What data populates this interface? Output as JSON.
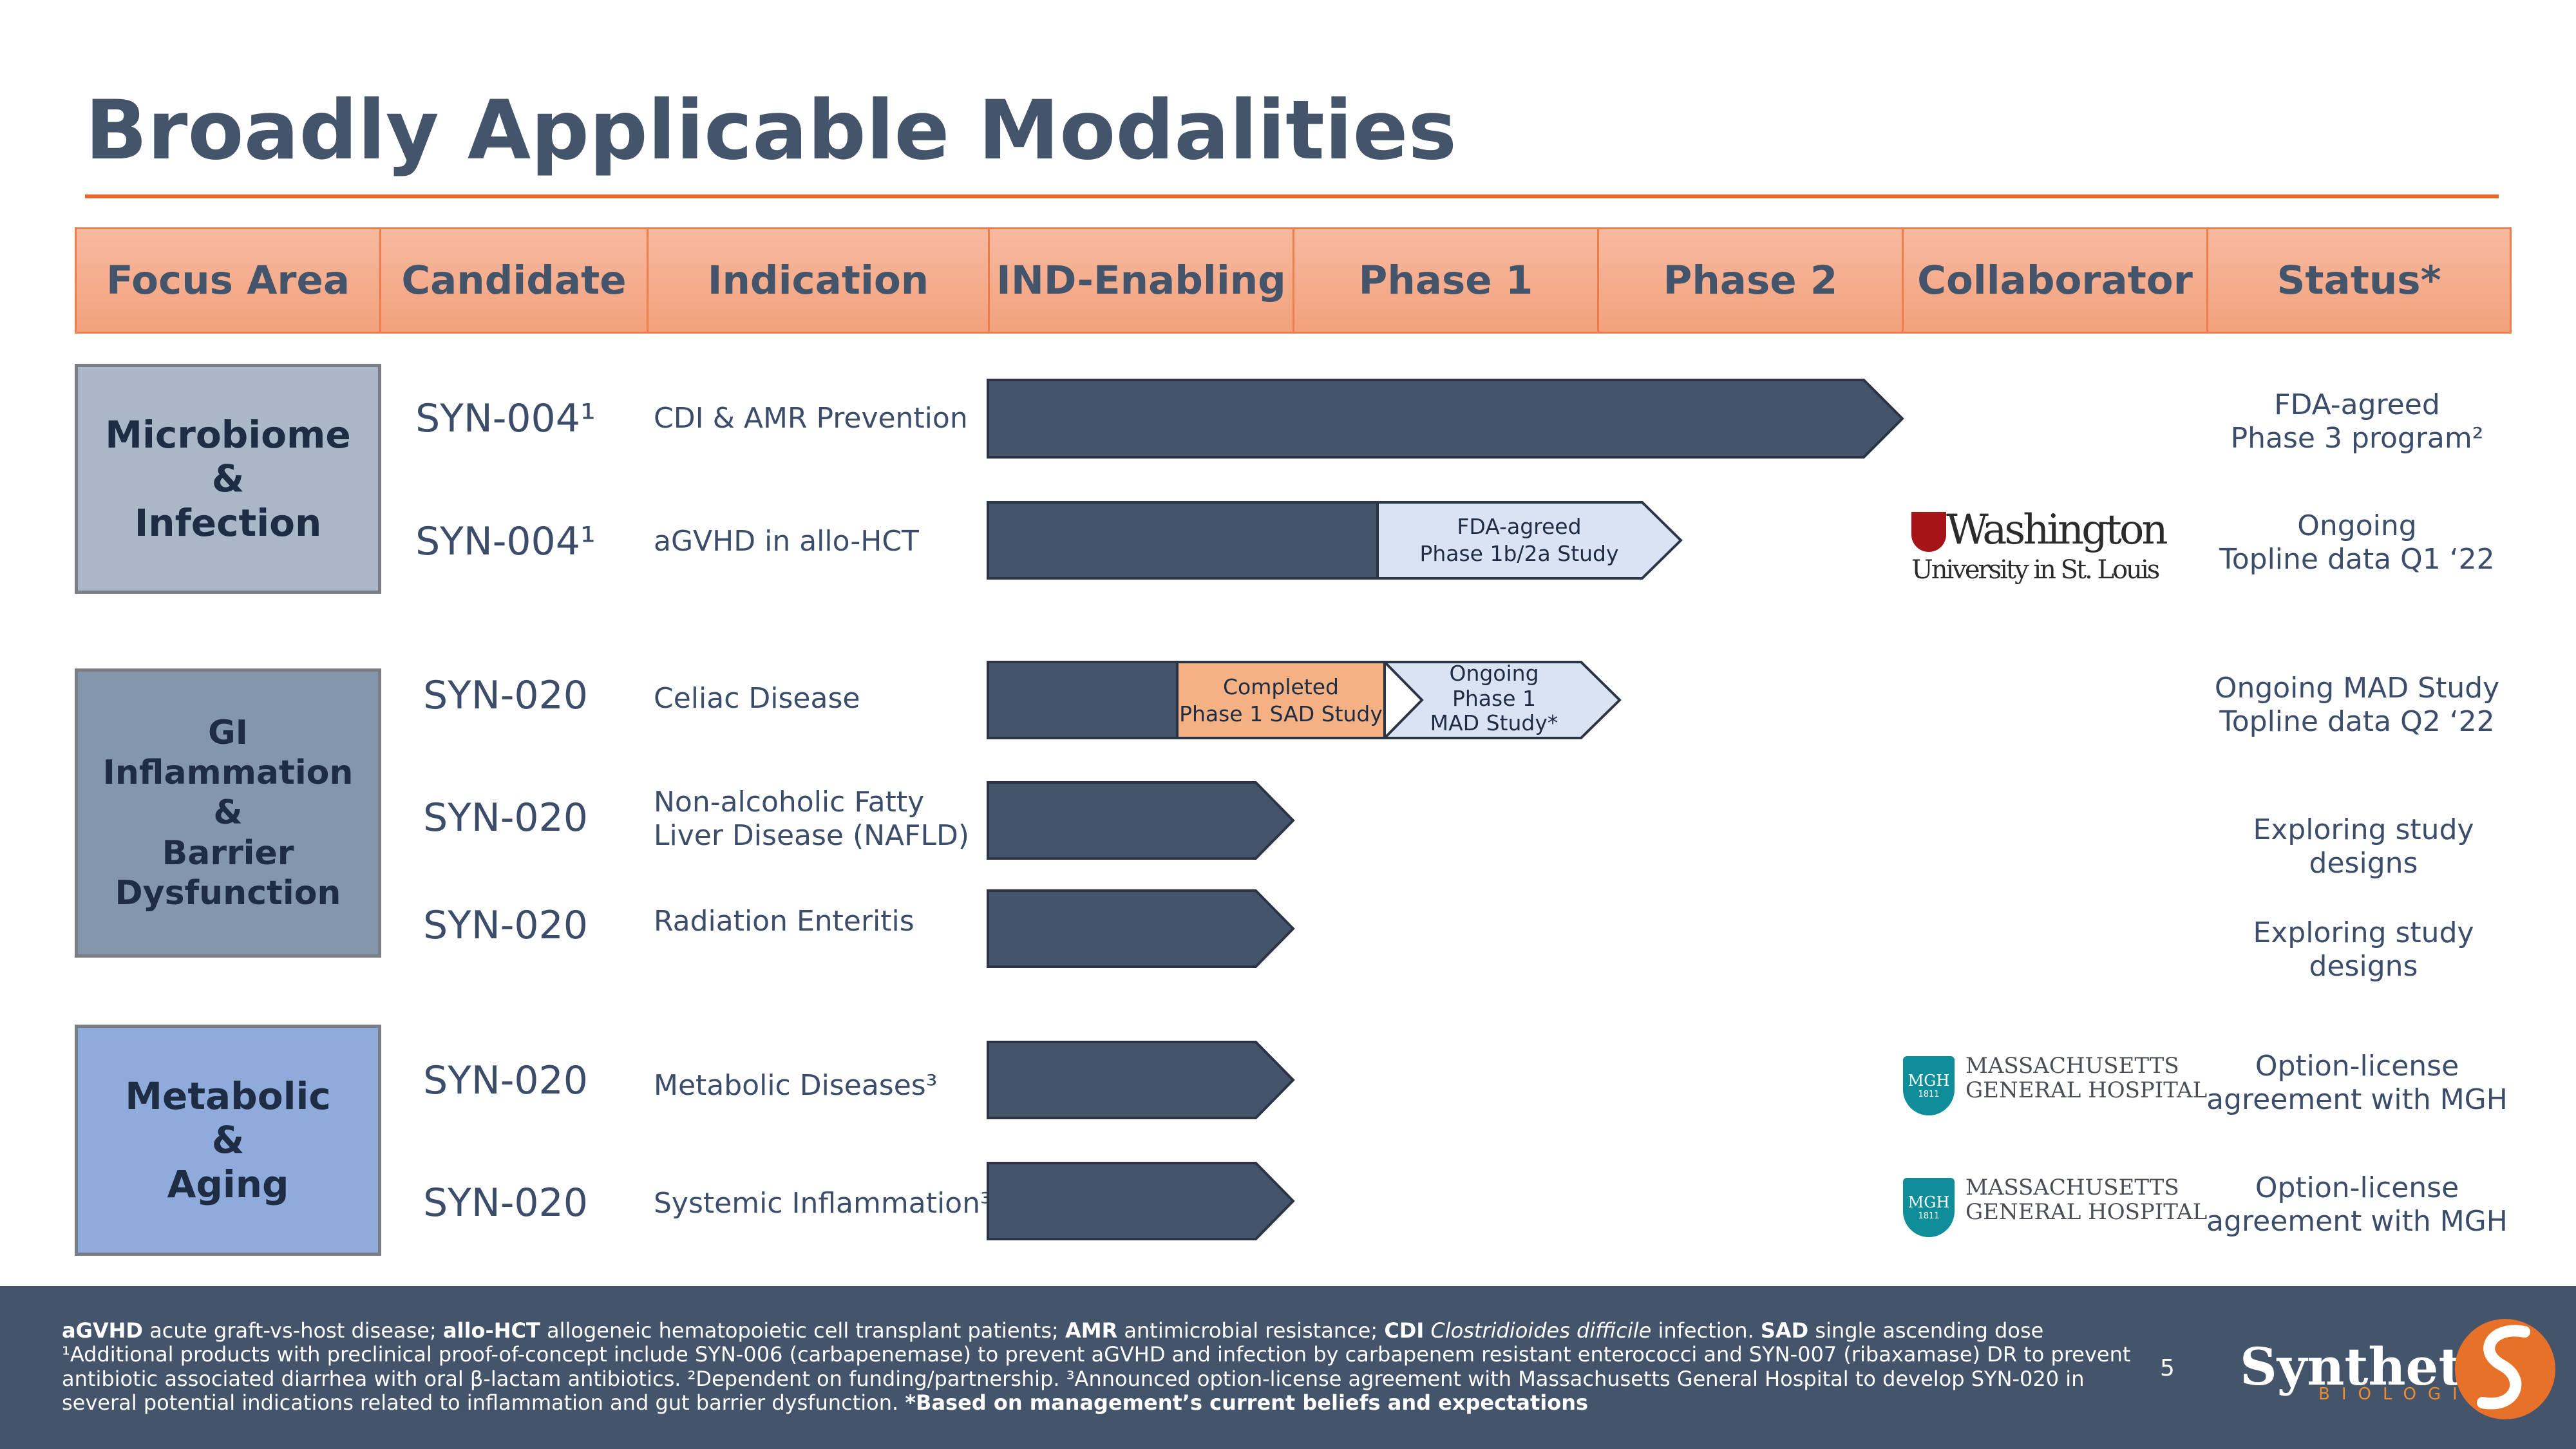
{
  "title": "Broadly Applicable Modalities",
  "headers": [
    "Focus Area",
    "Candidate",
    "Indication",
    "IND-Enabling",
    "Phase 1",
    "Phase 2",
    "Collaborator",
    "Status*"
  ],
  "focus_areas": [
    {
      "lines": [
        "Microbiome",
        "&",
        "Infection"
      ],
      "color": "#aab7c8"
    },
    {
      "lines": [
        "GI",
        "Inflammation",
        "&",
        "Barrier",
        "Dysfunction"
      ],
      "color": "#8496ac"
    },
    {
      "lines": [
        "Metabolic",
        "&",
        "Aging"
      ],
      "color": "#8eabdc"
    }
  ],
  "rows": [
    {
      "candidate": "SYN-004¹",
      "indication": "CDI & AMR Prevention",
      "status": "FDA-agreed\nPhase 3 program²"
    },
    {
      "candidate": "SYN-004¹",
      "indication": "aGVHD in allo-HCT",
      "status": "Ongoing\nTopline data Q1 ‘22"
    },
    {
      "candidate": "SYN-020",
      "indication": "Celiac Disease",
      "status": "Ongoing MAD Study\nTopline data Q2 ‘22"
    },
    {
      "candidate": "SYN-020",
      "indication": "Non-alcoholic Fatty\nLiver Disease (NAFLD)",
      "status": "Exploring study\ndesigns"
    },
    {
      "candidate": "SYN-020",
      "indication": "Radiation Enteritis",
      "status": "Exploring study\ndesigns"
    },
    {
      "candidate": "SYN-020",
      "indication": "Metabolic Diseases³",
      "status": "Option-license\nagreement with MGH"
    },
    {
      "candidate": "SYN-020",
      "indication": "Systemic Inflammation³",
      "status": "Option-license\nagreement with MGH"
    }
  ],
  "bar_labels": {
    "fda_phase1b2a": "FDA-agreed\nPhase 1b/2a Study",
    "completed_sad": "Completed\nPhase 1 SAD Study",
    "ongoing_mad": "Ongoing\nPhase 1\nMAD Study*"
  },
  "collaborators": {
    "washu_line1": "Washington",
    "washu_line2": "University in St. Louis",
    "mgh_line1": "MASSACHUSETTS",
    "mgh_line2": "GENERAL HOSPITAL",
    "mgh_badge": "MGH",
    "mgh_year": "1811"
  },
  "footnote": {
    "t1": "aGVHD",
    "t2": " acute graft-vs-host disease; ",
    "t3": "allo-HCT",
    "t4": " allogeneic hematopoietic cell transplant patients; ",
    "t5": "AMR",
    "t6": " antimicrobial resistance; ",
    "t7": "CDI",
    "t8": "Clostridioides difficile",
    "t9": " infection. ",
    "t10": "SAD",
    "t11": " single ascending dose ¹Additional products with preclinical proof-of-concept include SYN-006 (carbapenemase) to prevent aGVHD and infection by carbapenem resistant enterococci and SYN-007 (ribaxamase) DR to prevent antibiotic associated diarrhea with oral β-lactam antibiotics. ²Dependent on funding/partnership. ³Announced option-license agreement with Massachusetts General Hospital to develop SYN-020 in several potential indications related to inflammation and gut barrier dysfunction. ",
    "t12": "*Based on management’s current beliefs and expectations"
  },
  "page_number": "5",
  "brand": {
    "name": "Synthetic",
    "sub": "BIOLOGICS"
  },
  "colors": {
    "accent": "#e9692c",
    "bar": "#44546a",
    "header": "#f4ac87",
    "light_bar": "#d9e3f3",
    "orange_bar": "#f4b183"
  }
}
